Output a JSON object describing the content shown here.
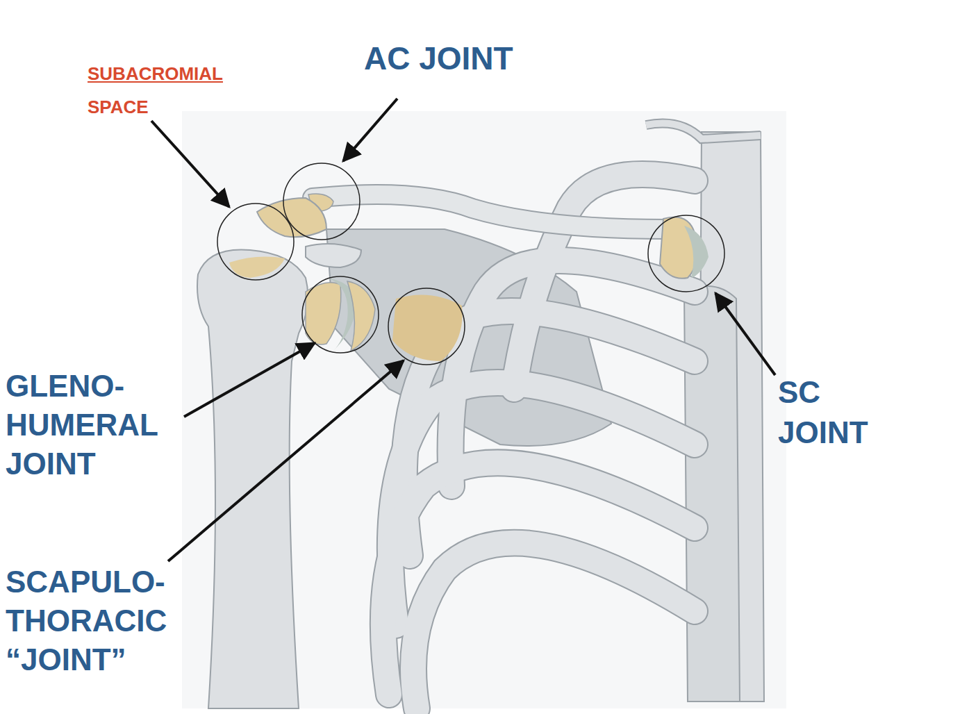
{
  "diagram": {
    "labels": [
      "SUBACROMIAL SPACE",
      "AC JOINT",
      "GLENO- HUMERAL JOINT",
      "SCAPULO- THORACIC “JOINT”",
      "SC JOINT"
    ]
  }
}
